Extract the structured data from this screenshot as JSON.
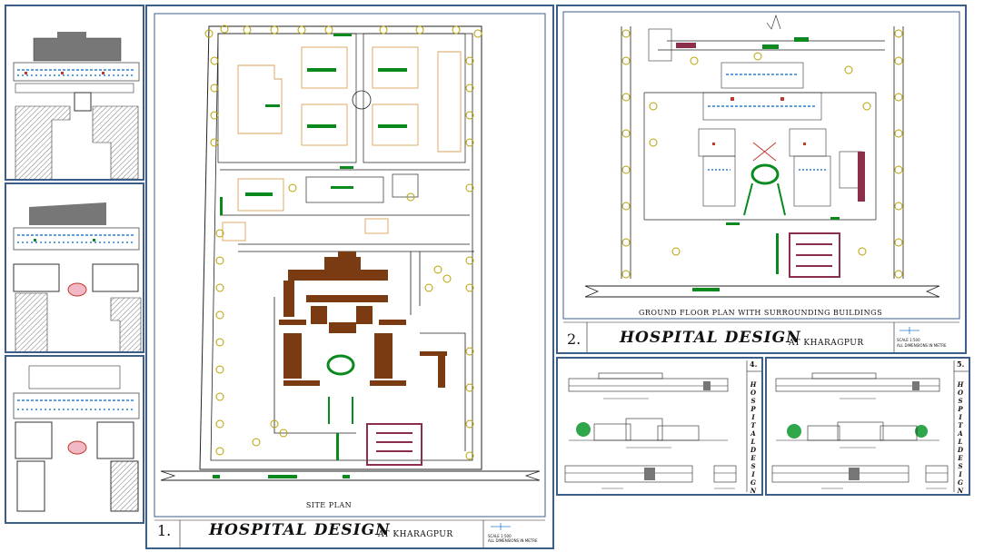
{
  "sheet1": {
    "number": "1.",
    "title": "HOSPITAL  DESIGN",
    "subtitle": "AT KHARAGPUR",
    "caption": "SITE PLAN",
    "scale": "SCALE  1:500",
    "note": "ALL DIMENSIONS IN METRE"
  },
  "sheet2": {
    "number": "2.",
    "title": "HOSPITAL  DESIGN",
    "subtitle": "AT KHARAGPUR",
    "caption": "GROUND FLOOR PLAN WITH SURROUNDING BUILDINGS",
    "scale": "SCALE  1:500",
    "note": "ALL DIMENSIONS IN METRE"
  },
  "sheet3": {
    "number": "4.",
    "vertical_title": "HOSPITAL DESIGN"
  },
  "sheet4": {
    "number": "5.",
    "vertical_title": "HOSPITAL DESIGN"
  },
  "colors": {
    "border": "#3b5f88",
    "building": "#7a3b12",
    "tree": "#b8a200",
    "green": "#0a8a1e",
    "road": "#222222",
    "orange": "#d9a25a"
  }
}
